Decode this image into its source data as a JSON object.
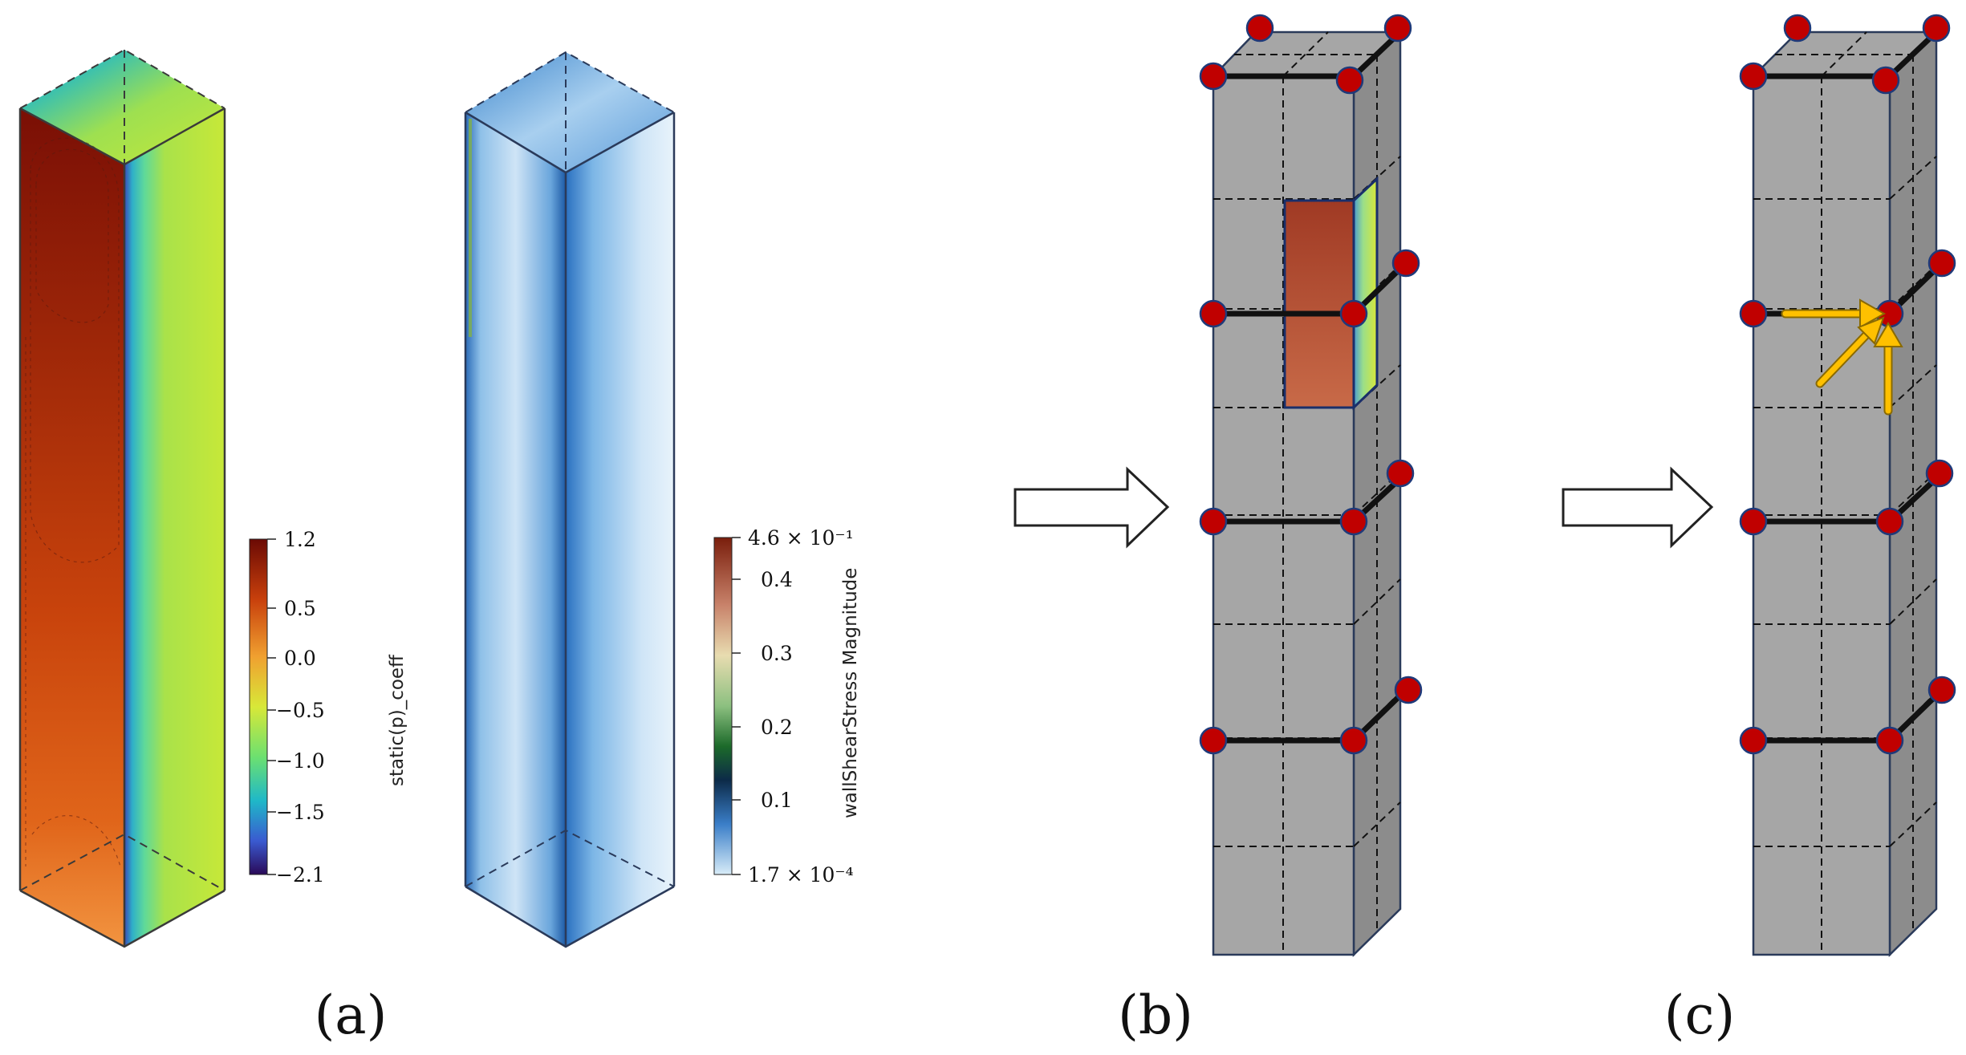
{
  "colors": {
    "background": "#ffffff",
    "grid_front": "#a6a6a6",
    "grid_side": "#8c8c8c",
    "node": "#c00000",
    "node_outline": "#1f3a7a",
    "arrow": "#ffc000",
    "pressure_high": "#8b1a0a",
    "pressure_low": "#c7e838",
    "shear_dark": "#1f5fa8",
    "shear_light": "#dcecf8"
  },
  "panels": {
    "a": {
      "label": "(a)"
    },
    "b": {
      "label": "(b)"
    },
    "c": {
      "label": "(c)"
    }
  },
  "legends": {
    "pressure": {
      "title": "static(p)_coeff",
      "ticks": [
        "1.2",
        "0.5",
        "0.0",
        "−0.5",
        "−1.0",
        "−1.5",
        "−2.1"
      ]
    },
    "shear": {
      "title": "wallShearStress Magnitude",
      "ticks": [
        "4.6 × 10⁻¹",
        "0.4",
        "0.3",
        "0.2",
        "0.1",
        "1.7 × 10⁻⁴"
      ]
    }
  },
  "icons": {
    "flow_arrow": "hollow-right-arrow",
    "node": "red-circle-node",
    "vector": "yellow-arrow"
  }
}
